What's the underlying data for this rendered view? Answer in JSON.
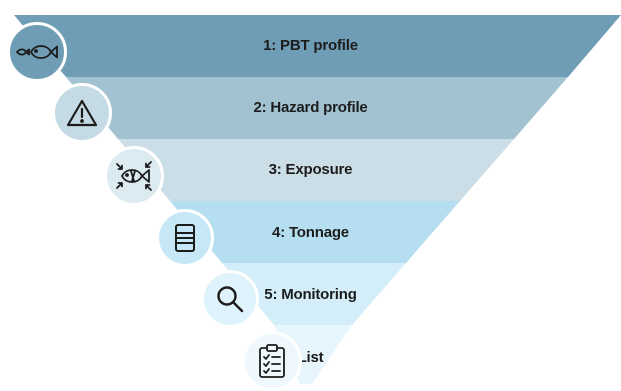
{
  "diagram": {
    "stages": [
      {
        "label": "1: PBT profile",
        "icon": "fish-icon",
        "color": "#6f9db5"
      },
      {
        "label": "2: Hazard profile",
        "icon": "warning-triangle-icon",
        "color": "#a2c2d1"
      },
      {
        "label": "3: Exposure",
        "icon": "fish-exposure-icon",
        "color": "#cbdde6"
      },
      {
        "label": "4: Tonnage",
        "icon": "barrel-icon",
        "color": "#b5dff1"
      },
      {
        "label": "5: Monitoring",
        "icon": "magnifier-icon",
        "color": "#d3eef9"
      },
      {
        "label": "List",
        "icon": "clipboard-list-icon",
        "color": "#e7f6fc"
      }
    ],
    "icon_circle_colors": [
      "#6f9db5",
      "#c4dbe6",
      "#dceaf1",
      "#c6e8f6",
      "#def3fb",
      "#eff9fd"
    ]
  }
}
